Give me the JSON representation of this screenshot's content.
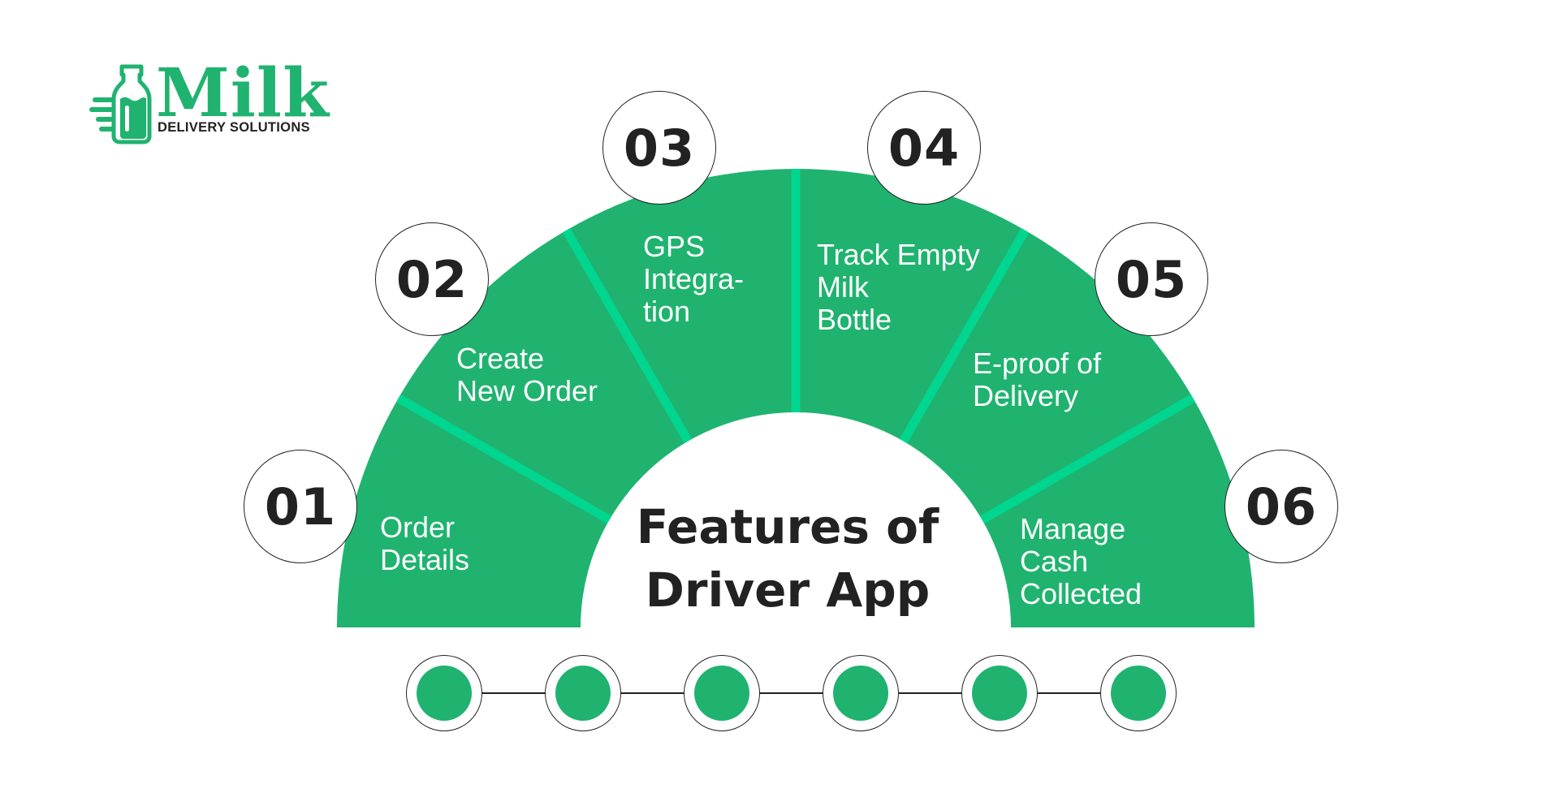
{
  "brand": {
    "name": "Milk",
    "tagline": "DELIVERY SOLUTIONS",
    "color": "#1fb36f",
    "icon": "milk-bottle-icon"
  },
  "title": "Features of\nDriver App",
  "colors": {
    "segment": "#1fb36f",
    "divider": "#00d68f",
    "text_dark": "#222222",
    "background": "#ffffff"
  },
  "features": [
    {
      "number": "01",
      "label": "Order\nDetails"
    },
    {
      "number": "02",
      "label": "Create\nNew Order"
    },
    {
      "number": "03",
      "label": "GPS\nIntegra-\ntion"
    },
    {
      "number": "04",
      "label": "Track Empty\nMilk\nBottle"
    },
    {
      "number": "05",
      "label": "E-proof of\nDelivery"
    },
    {
      "number": "06",
      "label": "Manage\nCash\nCollected"
    }
  ]
}
